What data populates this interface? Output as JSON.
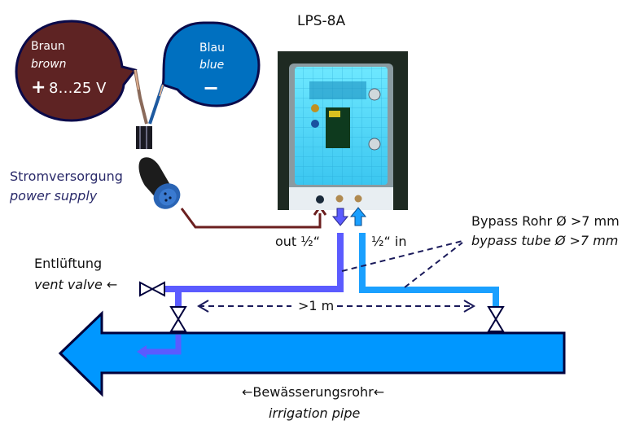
{
  "title": "LPS-8A",
  "colors": {
    "brown_bubble": "#5e2323",
    "blue_bubble": "#0070c0",
    "bubble_outline": "#0a0a4a",
    "outlet_pipe": "#5b5bff",
    "inlet_pipe": "#1aa0ff",
    "irrigation_pipe": "#0097ff",
    "power_wire": "#6b1f1f",
    "dark_outline": "#00003c"
  },
  "bubbles": {
    "brown": {
      "label_de": "Braun",
      "label_en": "brown",
      "sign": "+",
      "voltage": "8…25 V"
    },
    "blue": {
      "label_de": "Blau",
      "label_en": "blue",
      "sign": "−"
    }
  },
  "power_supply": {
    "label_de": "Stromversorgung",
    "label_en": "power supply"
  },
  "ports": {
    "out": "out ½“",
    "in": "½“ in"
  },
  "bypass": {
    "label_de": "Bypass Rohr Ø >7 mm",
    "label_en": "bypass tube Ø >7 mm"
  },
  "vent": {
    "label_de": "Entlüftung",
    "label_en": "vent valve ←"
  },
  "distance": {
    "label": ">1 m"
  },
  "irrigation": {
    "label_de": "←Bewässerungsrohr←",
    "label_en": "irrigation pipe"
  }
}
